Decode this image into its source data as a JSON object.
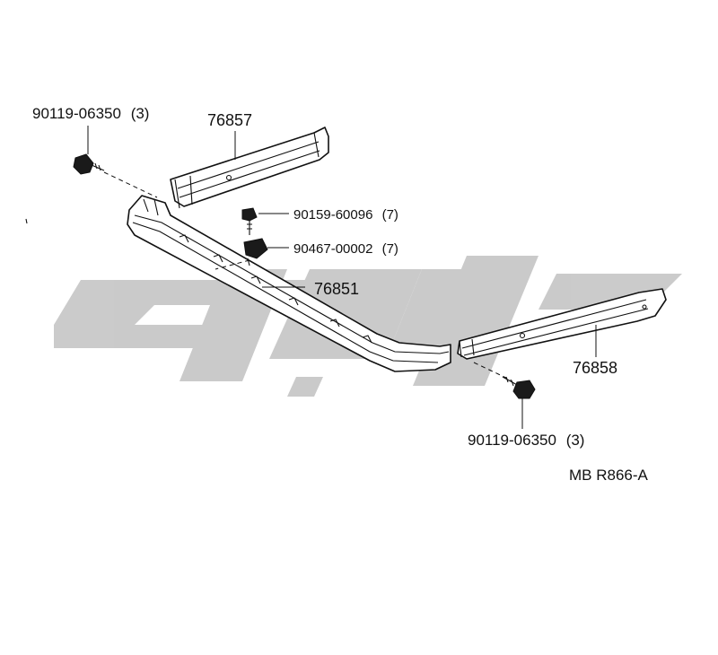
{
  "diagram": {
    "drawing_code": "MB R866-A",
    "callouts": [
      {
        "id": "bolt-left",
        "part_no": "90119-06350",
        "qty": "(3)"
      },
      {
        "id": "extension-left",
        "part_no": "76857",
        "qty": ""
      },
      {
        "id": "screw",
        "part_no": "90159-60096",
        "qty": "(7)"
      },
      {
        "id": "clip-nut",
        "part_no": "90467-00002",
        "qty": "(7)"
      },
      {
        "id": "spoiler-center",
        "part_no": "76851",
        "qty": ""
      },
      {
        "id": "extension-right",
        "part_no": "76858",
        "qty": ""
      },
      {
        "id": "bolt-right",
        "part_no": "90119-06350",
        "qty": "(3)"
      }
    ]
  },
  "colors": {
    "line": "#111111",
    "watermark": "#c8c8c8",
    "background": "#ffffff"
  }
}
